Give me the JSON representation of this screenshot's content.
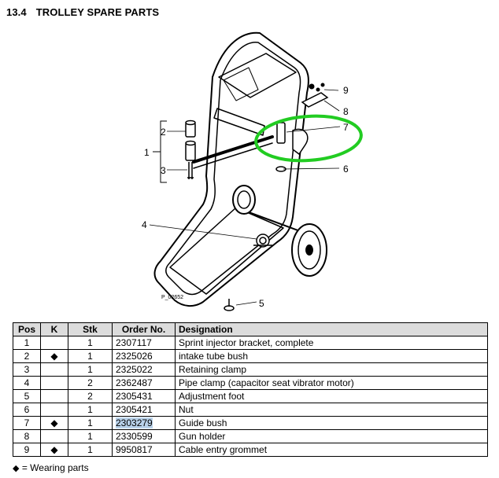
{
  "heading": {
    "number": "13.4",
    "title": "TROLLEY SPARE PARTS"
  },
  "figure": {
    "code": "P_02652",
    "callouts": [
      "1",
      "2",
      "3",
      "4",
      "5",
      "6",
      "7",
      "8",
      "9"
    ],
    "highlight_color": "#22cc22"
  },
  "table": {
    "headers": {
      "pos": "Pos",
      "k": "K",
      "stk": "Stk",
      "order": "Order No.",
      "designation": "Designation"
    },
    "rows": [
      {
        "pos": "1",
        "k": "",
        "stk": "1",
        "order": "2307117",
        "designation": "Sprint injector bracket, complete"
      },
      {
        "pos": "2",
        "k": "◆",
        "stk": "1",
        "order": "2325026",
        "designation": "intake tube bush"
      },
      {
        "pos": "3",
        "k": "",
        "stk": "1",
        "order": "2325022",
        "designation": "Retaining clamp"
      },
      {
        "pos": "4",
        "k": "",
        "stk": "2",
        "order": "2362487",
        "designation": "Pipe clamp (capacitor seat vibrator motor)"
      },
      {
        "pos": "5",
        "k": "",
        "stk": "2",
        "order": "2305431",
        "designation": "Adjustment foot"
      },
      {
        "pos": "6",
        "k": "",
        "stk": "1",
        "order": "2305421",
        "designation": "Nut"
      },
      {
        "pos": "7",
        "k": "◆",
        "stk": "1",
        "order": "2303279",
        "designation": "Guide bush"
      },
      {
        "pos": "8",
        "k": "",
        "stk": "1",
        "order": "2330599",
        "designation": "Gun holder"
      },
      {
        "pos": "9",
        "k": "◆",
        "stk": "1",
        "order": "9950817",
        "designation": "Cable entry grommet"
      }
    ],
    "highlight_color": "#b9d2ea"
  },
  "legend": {
    "symbol": "◆",
    "text": "= Wearing parts"
  }
}
